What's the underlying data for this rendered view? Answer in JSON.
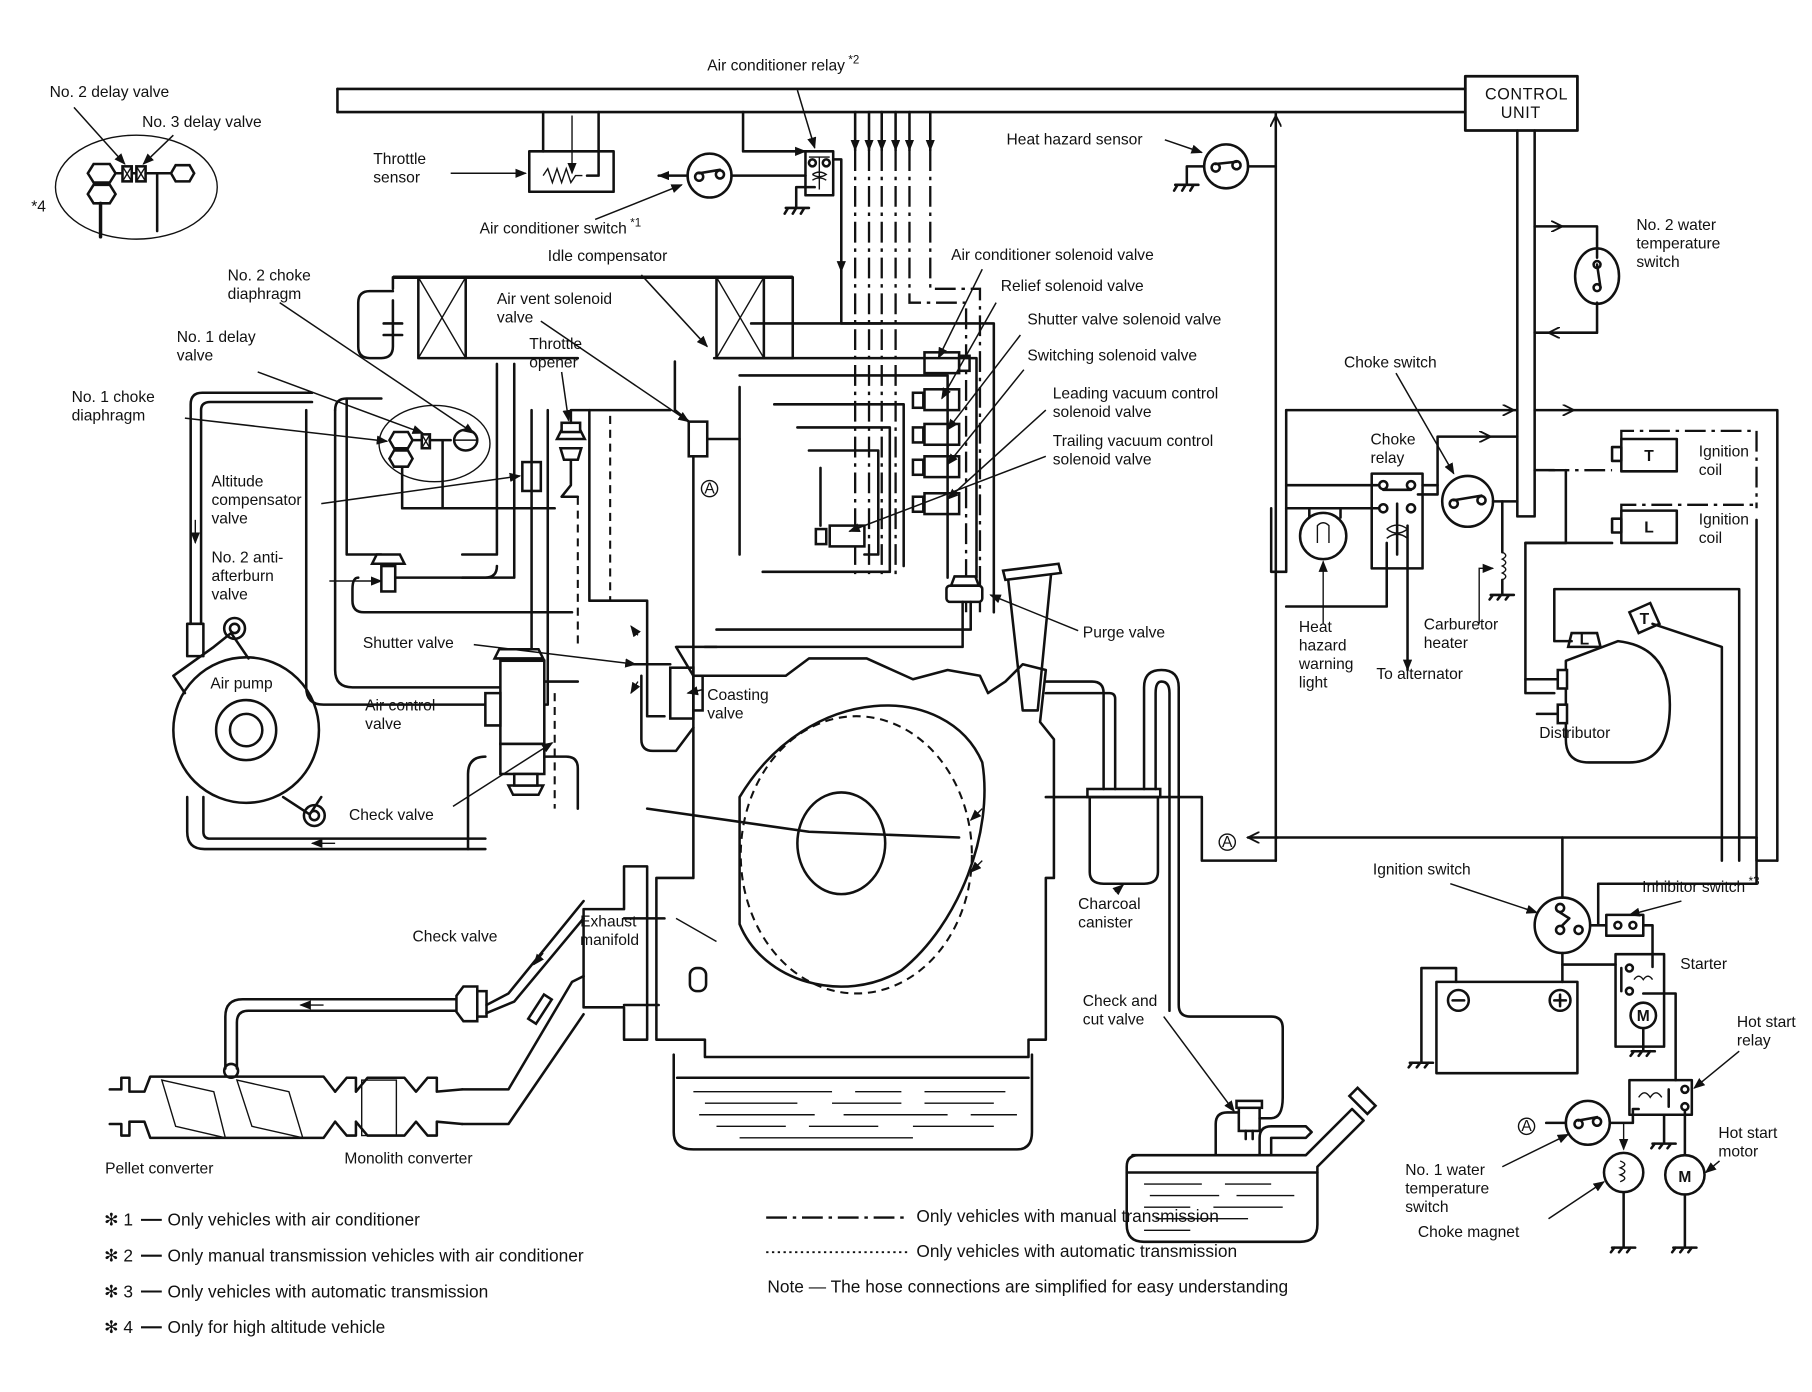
{
  "diagram": {
    "title": "Emission control system schematic (rotary engine)",
    "control_unit": {
      "line1": "CONTROL",
      "line2": "UNIT"
    },
    "labels": {
      "no2_delay_valve": "No. 2 delay valve",
      "no3_delay_valve": "No. 3 delay valve",
      "star4_mark": "*4",
      "throttle_sensor": [
        "Throttle",
        "sensor"
      ],
      "air_conditioner_relay": "Air conditioner relay",
      "air_conditioner_relay_note": "*2",
      "air_conditioner_switch": "Air conditioner switch",
      "air_conditioner_switch_note": "*1",
      "heat_hazard_sensor": "Heat hazard sensor",
      "no2_water_temperature_switch": [
        "No. 2 water",
        "temperature",
        "switch"
      ],
      "idle_compensator": "Idle compensator",
      "no2_choke_diaphragm": [
        "No. 2 choke",
        "diaphragm"
      ],
      "air_vent_solenoid_valve": [
        "Air vent solenoid",
        "valve"
      ],
      "no1_delay_valve": [
        "No. 1 delay",
        "valve"
      ],
      "throttle_opener": [
        "Throttle",
        "opener"
      ],
      "no1_choke_diaphragm": [
        "No. 1 choke",
        "diaphragm"
      ],
      "air_conditioner_solenoid_valve": "Air conditioner solenoid valve",
      "relief_solenoid_valve": "Relief solenoid valve",
      "shutter_valve_solenoid_valve": "Shutter valve solenoid valve",
      "switching_solenoid_valve": "Switching solenoid valve",
      "leading_vacuum_control_solenoid_valve": [
        "Leading vacuum control",
        "solenoid valve"
      ],
      "trailing_vacuum_control_solenoid_valve": [
        "Trailing vacuum control",
        "solenoid valve"
      ],
      "choke_switch": "Choke switch",
      "choke_relay": [
        "Choke",
        "relay"
      ],
      "ignition_coil_t": [
        "Ignition",
        "coil"
      ],
      "ignition_coil_l": [
        "Ignition",
        "coil"
      ],
      "coil_t_letter": "T",
      "coil_l_letter": "L",
      "altitude_compensator_valve": [
        "Altitude",
        "compensator",
        "valve"
      ],
      "no2_anti_afterburn_valve": [
        "No. 2 anti-",
        "afterburn",
        "valve"
      ],
      "heat_hazard_warning_light": [
        "Heat",
        "hazard",
        "warning",
        "light"
      ],
      "to_alternator": "To alternator",
      "carburetor_heater": [
        "Carburetor",
        "heater"
      ],
      "distributor": "Distributor",
      "purge_valve": "Purge valve",
      "shutter_valve": "Shutter valve",
      "air_pump": "Air pump",
      "air_control_valve": [
        "Air control",
        "valve"
      ],
      "coasting_valve": [
        "Coasting",
        "valve"
      ],
      "check_valve_upper": "Check valve",
      "check_valve_lower": "Check valve",
      "exhaust_manifold": [
        "Exhaust",
        "manifold"
      ],
      "charcoal_canister": [
        "Charcoal",
        "canister"
      ],
      "check_and_cut_valve": [
        "Check and",
        "cut valve"
      ],
      "ignition_switch": "Ignition switch",
      "inhibitor_switch": "Inhibitor switch",
      "inhibitor_switch_note": "*3",
      "starter": "Starter",
      "hot_start_relay": [
        "Hot start",
        "relay"
      ],
      "hot_start_motor": [
        "Hot start",
        "motor"
      ],
      "no1_water_temperature_switch": [
        "No. 1 water",
        "temperature",
        "switch"
      ],
      "choke_magnet": "Choke magnet",
      "pellet_converter": "Pellet converter",
      "monolith_converter": "Monolith converter",
      "connector_a": "A",
      "battery_minus": "−",
      "battery_plus": "+",
      "motor_m": "M",
      "distributor_l": "L",
      "distributor_t": "T"
    },
    "footnotes": [
      {
        "mark": "✻ 1",
        "text": "Only vehicles with air conditioner"
      },
      {
        "mark": "✻ 2",
        "text": "Only manual transmission vehicles with air conditioner"
      },
      {
        "mark": "✻ 3",
        "text": "Only vehicles with automatic transmission"
      },
      {
        "mark": "✻ 4",
        "text": "Only for high altitude vehicle"
      }
    ],
    "legend": [
      {
        "style": "dash-dot",
        "text": "Only vehicles with manual transmission"
      },
      {
        "style": "dotted",
        "text": "Only vehicles with automatic transmission"
      }
    ],
    "note": "Note — The hose connections are simplified for easy understanding"
  }
}
